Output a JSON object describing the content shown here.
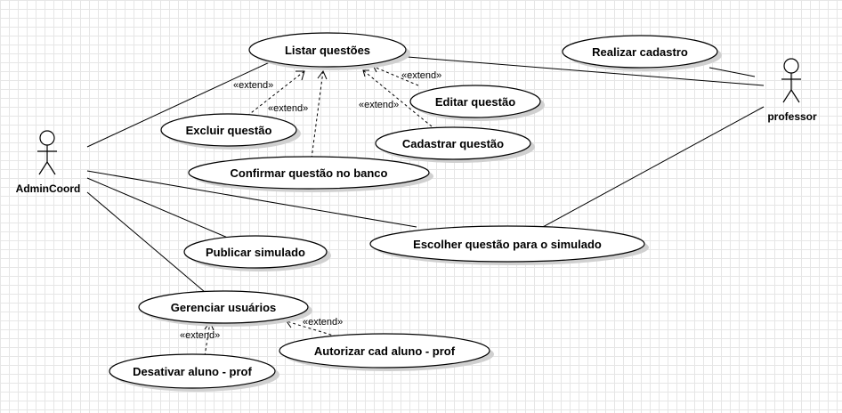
{
  "actors": {
    "admin": "AdminCoord",
    "professor": "professor"
  },
  "use_cases": {
    "listar": "Listar questões",
    "realizar_cadastro": "Realizar cadastro",
    "editar": "Editar questão",
    "excluir": "Excluir questão",
    "cadastrar": "Cadastrar questão",
    "confirmar": "Confirmar questão no banco",
    "escolher": "Escolher questão para o simulado",
    "publicar": "Publicar simulado",
    "gerenciar": "Gerenciar usuários",
    "autorizar": "Autorizar cad aluno - prof",
    "desativar": "Desativar aluno - prof"
  },
  "stereotype": "«extend»"
}
